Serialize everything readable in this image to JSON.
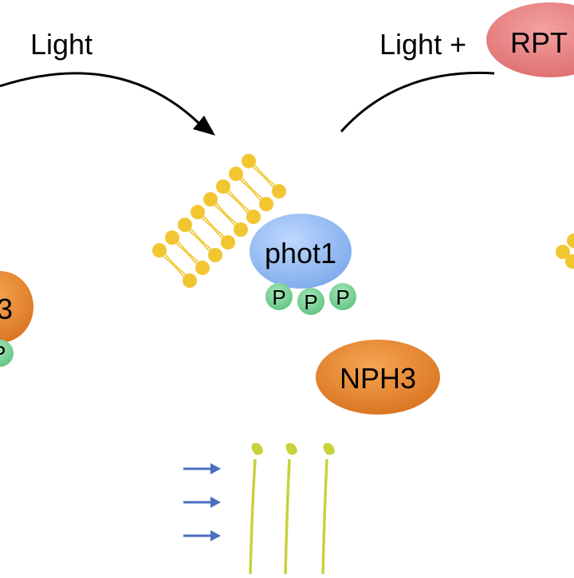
{
  "labels": {
    "light_left": "Light",
    "light_right": "Light +",
    "rpt_partial": "RPT",
    "phot1": "phot1",
    "phospho_1": "P",
    "phospho_2": "P",
    "phospho_3": "P",
    "nph3_left_partial": "3",
    "phospho_left_partial": "P",
    "nph3_center": "NPH3"
  },
  "colors": {
    "lipid": "#F2C630",
    "phot1": "#8EB8F2",
    "phospho": "#7FD39A",
    "nph3": "#E58A33",
    "rpt": "#E5787A",
    "arrow_black": "#000000",
    "blue_arrow": "#4A6FC0",
    "hypocotyl": "#C8D23A"
  },
  "icons": {
    "curved_arrow": "curved-arrow-icon",
    "blue_arrow": "blue-arrow-icon",
    "hypocotyl": "seedling-icon"
  }
}
